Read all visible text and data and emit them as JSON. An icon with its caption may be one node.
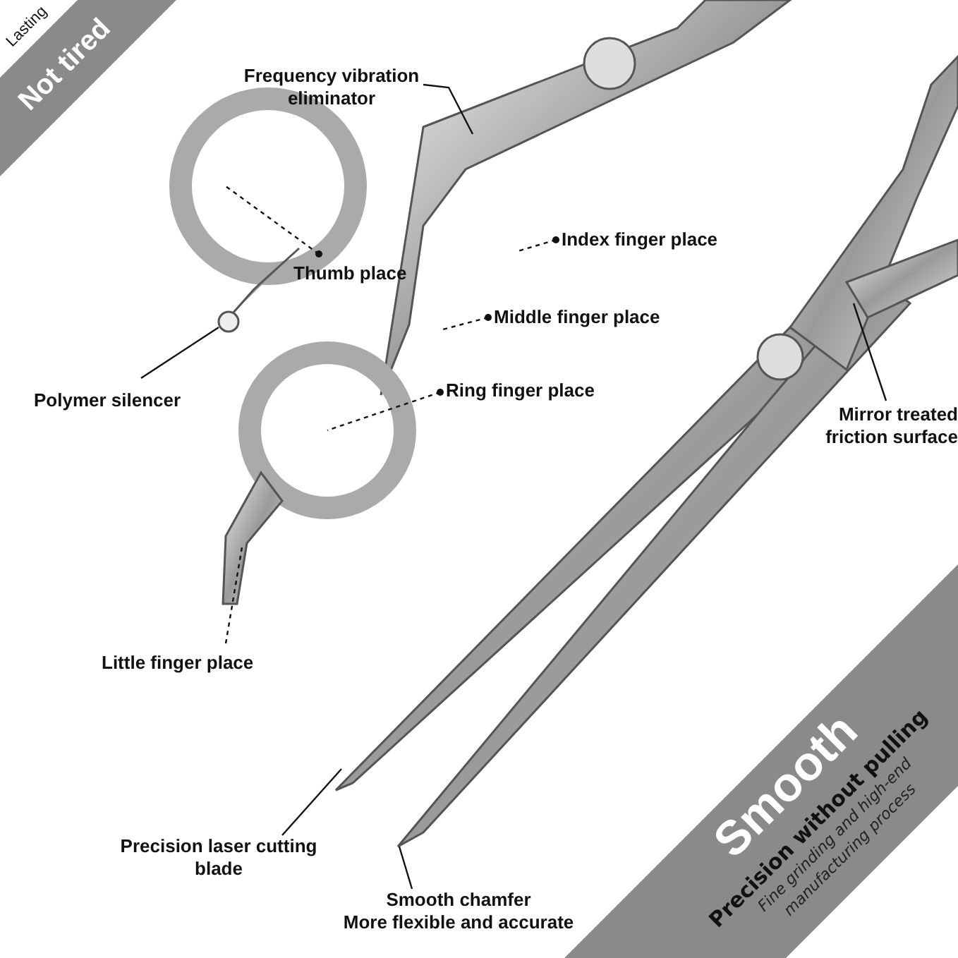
{
  "diagram": {
    "nodes": [
      {
        "text": [
          "Lasting",
          "Not tired"
        ]
      },
      {
        "text": [
          "Frequency vibration eliminator"
        ]
      },
      {
        "text": [
          "Thumb place"
        ]
      },
      {
        "text": [
          "Index finger place"
        ]
      },
      {
        "text": [
          "Middle finger place"
        ]
      },
      {
        "text": [
          "Polymer silencer"
        ]
      },
      {
        "text": [
          "Ring finger place"
        ]
      },
      {
        "text": [
          "Mirror treated friction surface"
        ]
      },
      {
        "text": [
          "Little finger place"
        ]
      },
      {
        "text": [
          "Precision laser cutting blade"
        ]
      },
      {
        "text": [
          "Smooth chamfer",
          "More flexible and accurate"
        ]
      },
      {
        "text": [
          "Smooth",
          "Precision without pulling",
          "Fine grinding and high-end manufacturing process"
        ]
      }
    ],
    "edges": [
      {
        "from": 1,
        "to": null,
        "arrow": "none"
      },
      {
        "from": 2,
        "to": null,
        "arrow": "other",
        "style": "dashed"
      },
      {
        "from": 3,
        "to": null,
        "arrow": "other",
        "style": "dashed"
      },
      {
        "from": 4,
        "to": null,
        "arrow": "other",
        "style": "dashed"
      },
      {
        "from": 5,
        "to": null,
        "arrow": "none"
      },
      {
        "from": 6,
        "to": null,
        "arrow": "other",
        "style": "dashed"
      },
      {
        "from": 7,
        "to": null,
        "arrow": "none"
      },
      {
        "from": 8,
        "to": null,
        "arrow": "none",
        "style": "dashed"
      },
      {
        "from": 9,
        "to": null,
        "arrow": "none"
      },
      {
        "from": 10,
        "to": null,
        "arrow": "none"
      }
    ]
  }
}
